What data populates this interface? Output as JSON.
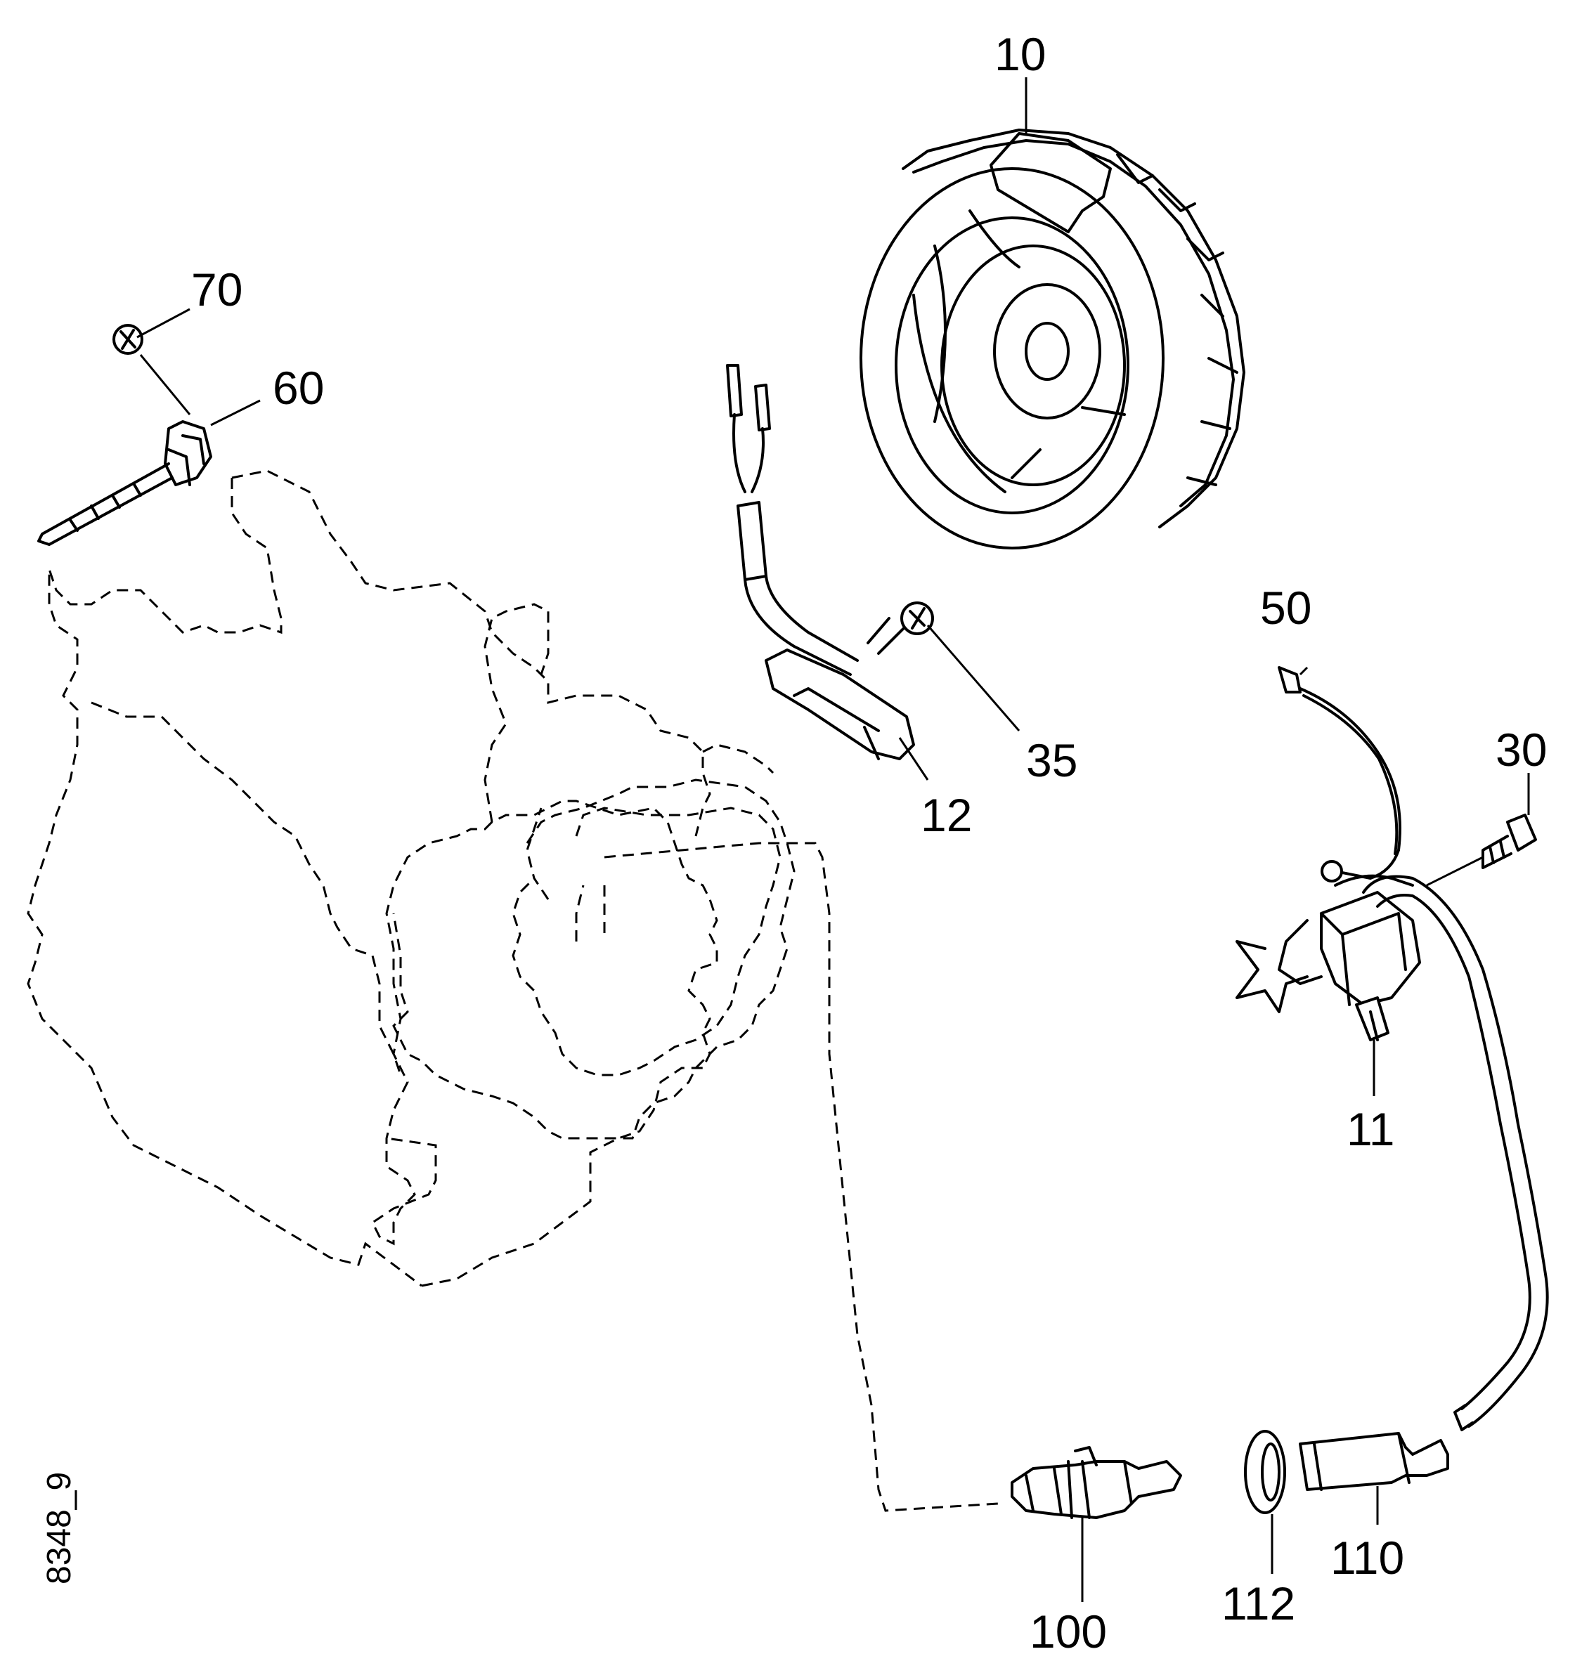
{
  "callouts": {
    "c10": "10",
    "c70": "70",
    "c60": "60",
    "c50": "50",
    "c35": "35",
    "c12": "12",
    "c30": "30",
    "c11": "11",
    "c100": "100",
    "c112": "112",
    "c110": "110"
  },
  "drawing_code": "8348_9"
}
